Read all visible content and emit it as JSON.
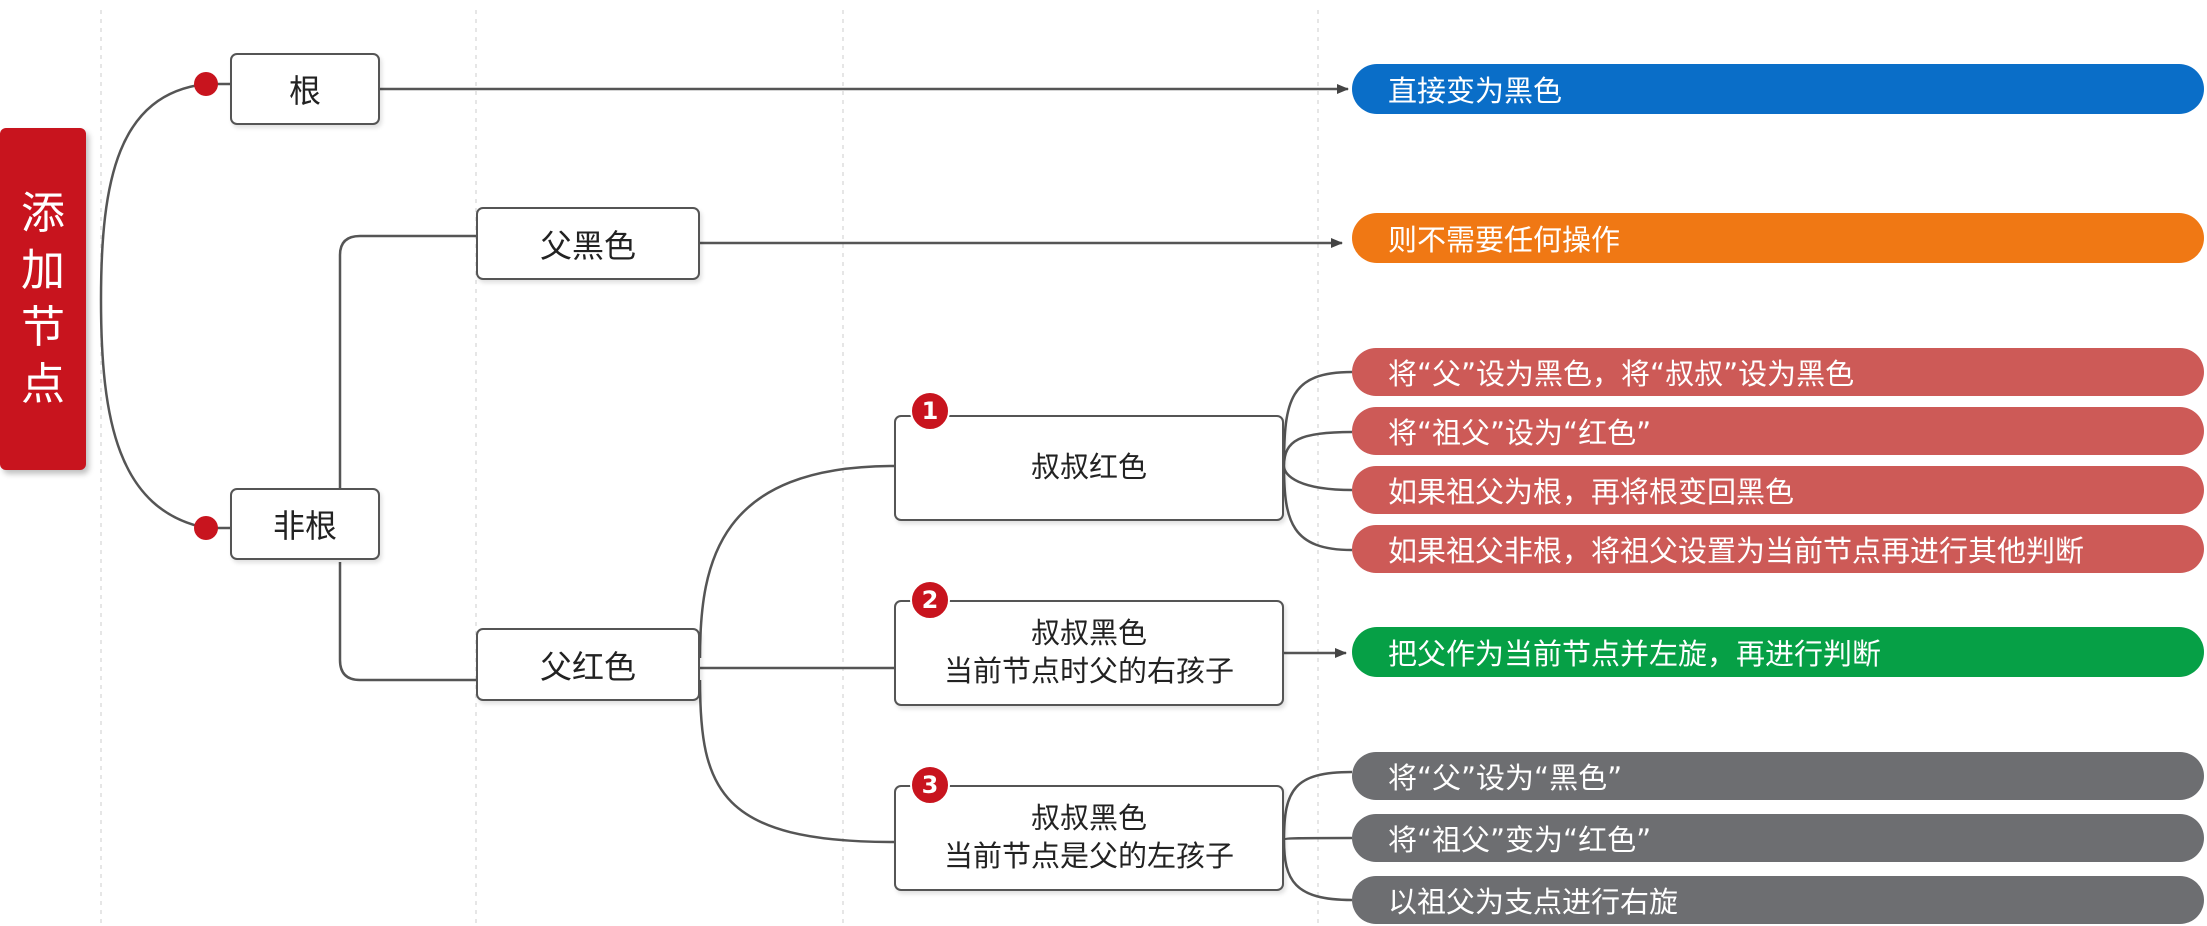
{
  "title": {
    "chars": [
      "添",
      "加",
      "节",
      "点"
    ],
    "color": "#c8141e"
  },
  "nodes": {
    "root": "根",
    "non_root": "非根",
    "parent_black": "父黑色",
    "parent_red": "父红色",
    "uncle_red": "叔叔红色",
    "uncle_black_right": [
      "叔叔黑色",
      "当前节点时父的右孩子"
    ],
    "uncle_black_left": [
      "叔叔黑色",
      "当前节点是父的左孩子"
    ]
  },
  "badges": [
    "1",
    "2",
    "3"
  ],
  "results": {
    "root": "直接变为黑色",
    "parent_black": "则不需要任何操作",
    "case1": [
      "将“父”设为黑色，将“叔叔”设为黑色",
      "将“祖父”设为“红色”",
      "如果祖父为根，再将根变回黑色",
      "如果祖父非根，将祖父设置为当前节点再进行其他判断"
    ],
    "case2": "把父作为当前节点并左旋，再进行判断",
    "case3": [
      "将“父”设为“黑色”",
      "将“祖父”变为“红色”",
      "以祖父为支点进行右旋"
    ]
  },
  "colors": {
    "blue": "#0a6ec8",
    "orange": "#f07814",
    "red_case": "#cd5a57",
    "green": "#06a046",
    "gray": "#6d6e71",
    "accent_red": "#c8141e"
  }
}
